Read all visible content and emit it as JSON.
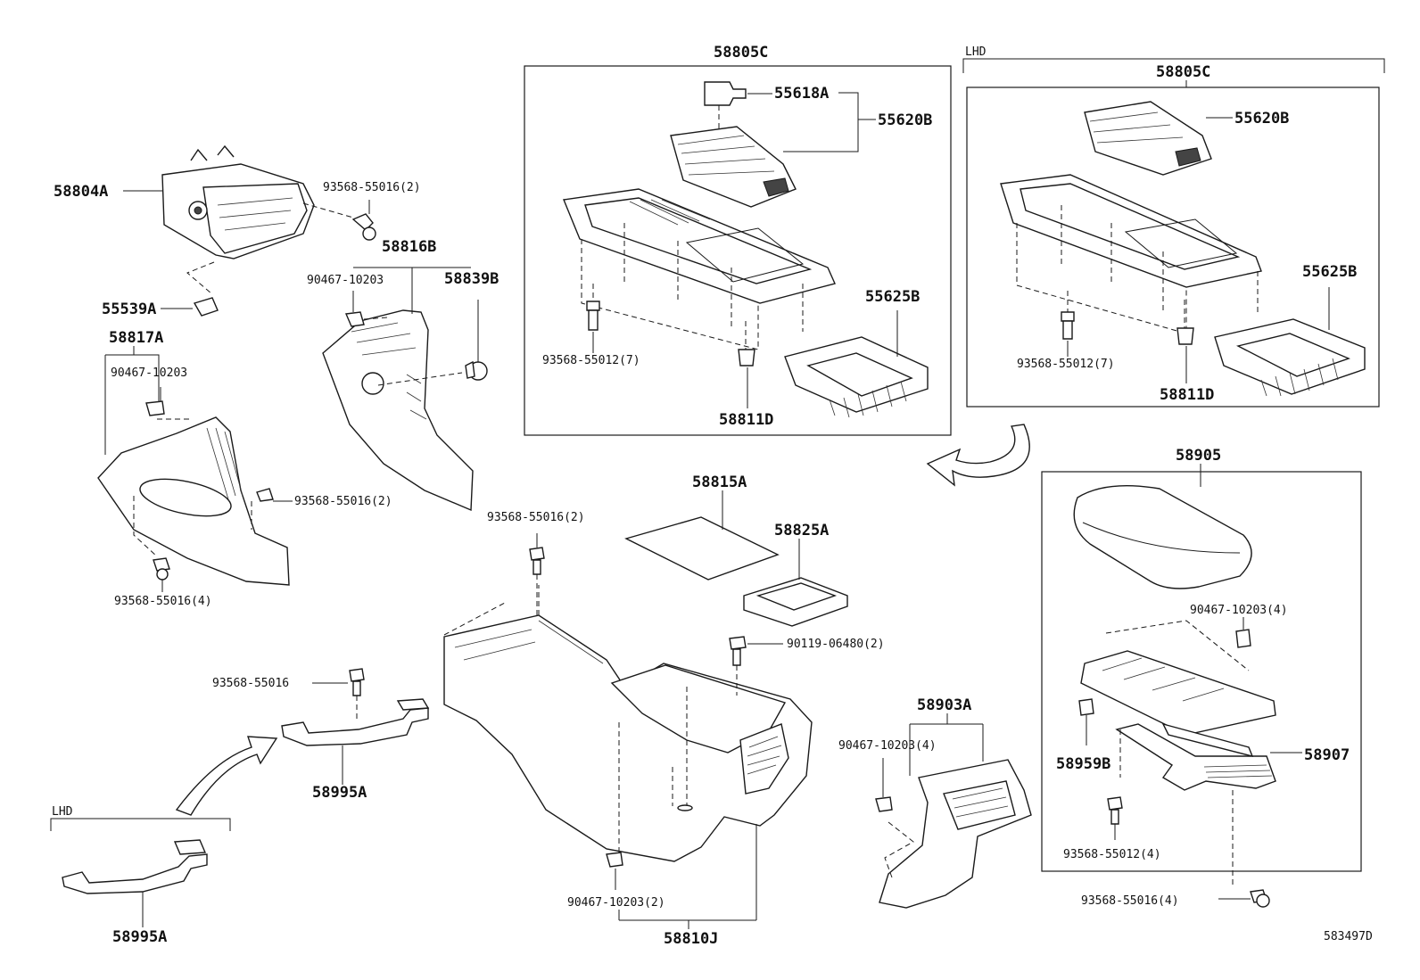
{
  "diagram_id": "583497D",
  "lhd_labels": {
    "top_right": "LHD",
    "bottom_left": "LHD"
  },
  "labels": {
    "p58805c_left": "58805C",
    "p58805c_right": "58805C",
    "p55618a": "55618A",
    "p55620b_left": "55620B",
    "p55620b_right": "55620B",
    "p55625b_left": "55625B",
    "p55625b_right": "55625B",
    "p93568_55012_7_left": "93568-55012(7)",
    "p93568_55012_7_right": "93568-55012(7)",
    "p58811d_left": "58811D",
    "p58811d_right": "58811D",
    "p58804a": "58804A",
    "p93568_55016_2_top": "93568-55016(2)",
    "p58816b": "58816B",
    "p90467_10203_mid": "90467-10203",
    "p58839b": "58839B",
    "p55539a": "55539A",
    "p58817a": "58817A",
    "p90467_10203_left": "90467-10203",
    "p93568_55016_2_left": "93568-55016(2)",
    "p93568_55016_4_left": "93568-55016(4)",
    "p58815a": "58815A",
    "p58825a": "58825A",
    "p93568_55016_2_center": "93568-55016(2)",
    "p90119_06480_2": "90119-06480(2)",
    "p93568_55016": "93568-55016",
    "p58995a_upper": "58995A",
    "p58995a_lower": "58995A",
    "p58903a": "58903A",
    "p90467_10203_4_lower": "90467-10203(4)",
    "p90467_10203_2": "90467-10203(2)",
    "p58810j": "58810J",
    "p58905": "58905",
    "p90467_10203_4_right": "90467-10203(4)",
    "p58959b": "58959B",
    "p58907": "58907",
    "p93568_55012_4": "93568-55012(4)",
    "p93568_55016_4_right": "93568-55016(4)"
  }
}
